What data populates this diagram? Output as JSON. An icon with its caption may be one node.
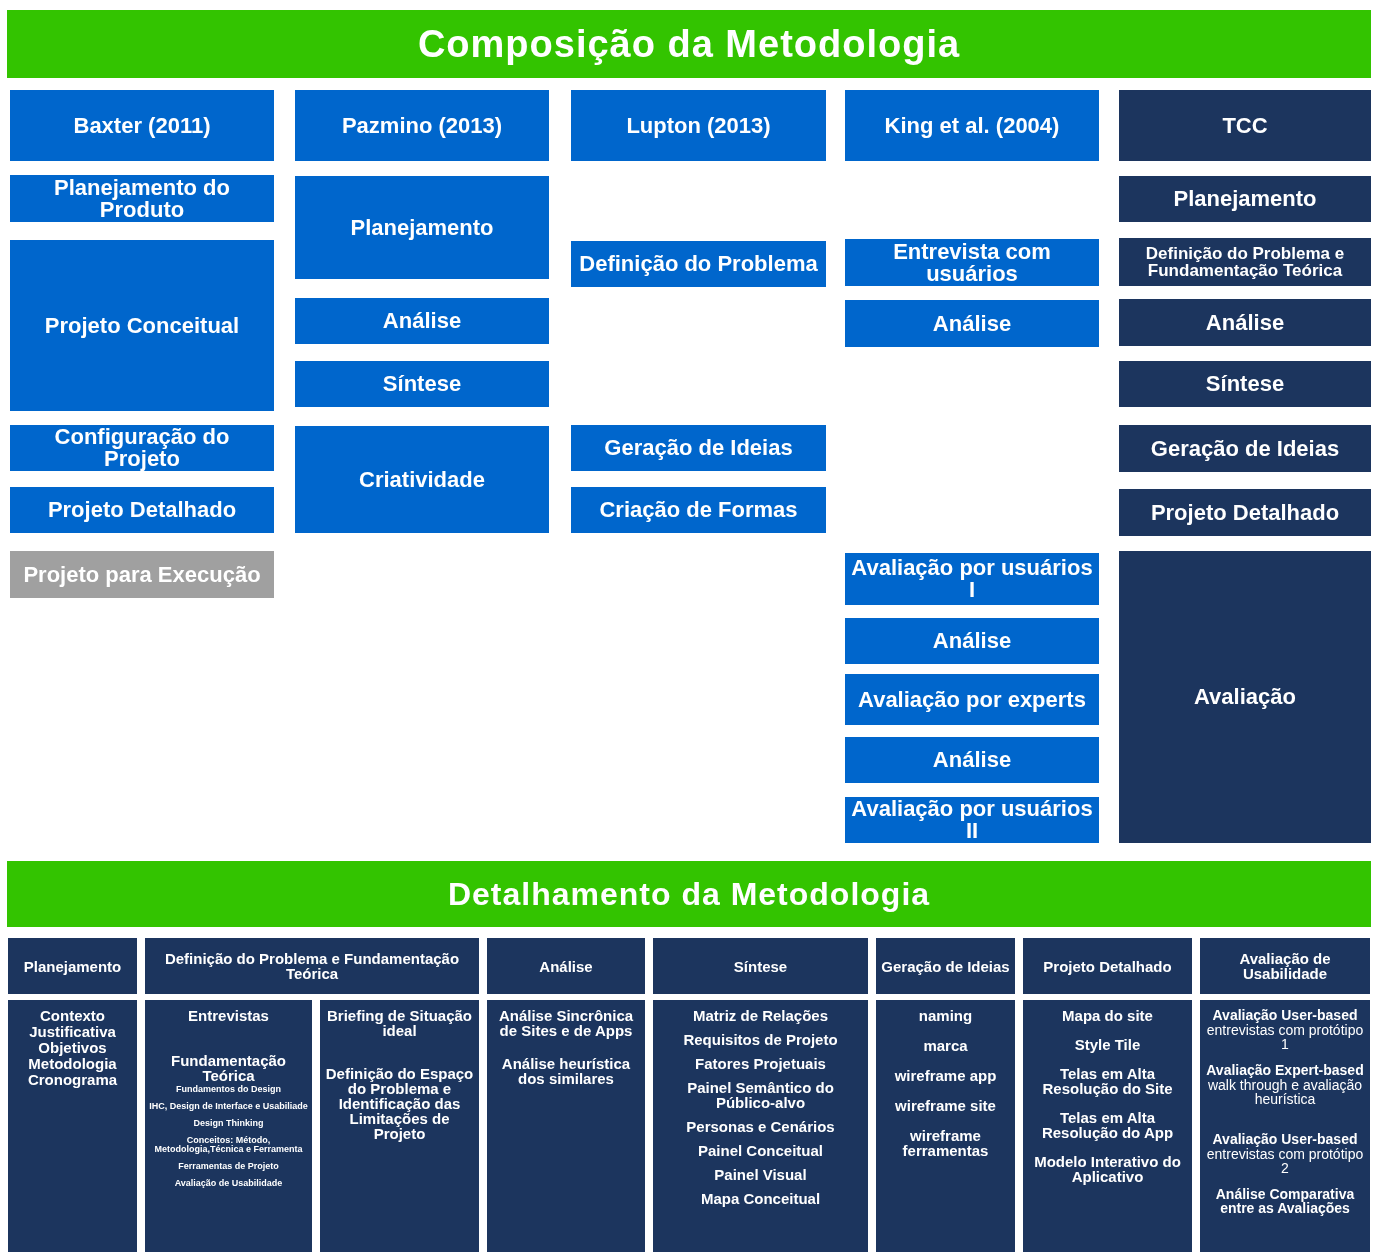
{
  "diagram": {
    "nodes": [
      {
        "text": [
          "Composição da Metodologia"
        ]
      },
      {
        "text": [
          "Baxter (2011)"
        ]
      },
      {
        "text": [
          "Pazmino (2013)"
        ]
      },
      {
        "text": [
          "Lupton (2013)"
        ]
      },
      {
        "text": [
          "King et al. (2004)"
        ]
      },
      {
        "text": [
          "TCC"
        ]
      },
      {
        "text": [
          "Planejamento do Produto"
        ]
      },
      {
        "text": [
          "Projeto Conceitual"
        ]
      },
      {
        "text": [
          "Configuração do Projeto"
        ]
      },
      {
        "text": [
          "Projeto Detalhado"
        ]
      },
      {
        "text": [
          "Projeto para Execução"
        ]
      },
      {
        "text": [
          "Planejamento"
        ]
      },
      {
        "text": [
          "Análise"
        ]
      },
      {
        "text": [
          "Síntese"
        ]
      },
      {
        "text": [
          "Criatividade"
        ]
      },
      {
        "text": [
          "Definição do Problema"
        ]
      },
      {
        "text": [
          "Geração de Ideias"
        ]
      },
      {
        "text": [
          "Criação de Formas"
        ]
      },
      {
        "text": [
          "Entrevista com usuários"
        ]
      },
      {
        "text": [
          "Análise"
        ]
      },
      {
        "text": [
          "Avaliação por usuários I"
        ]
      },
      {
        "text": [
          "Análise"
        ]
      },
      {
        "text": [
          "Avaliação por experts"
        ]
      },
      {
        "text": [
          "Análise"
        ]
      },
      {
        "text": [
          "Avaliação por usuários II"
        ]
      },
      {
        "text": [
          "Planejamento"
        ]
      },
      {
        "text": [
          "Definição do Problema e Fundamentação Teórica"
        ]
      },
      {
        "text": [
          "Análise"
        ]
      },
      {
        "text": [
          "Síntese"
        ]
      },
      {
        "text": [
          "Geração de Ideias"
        ]
      },
      {
        "text": [
          "Projeto Detalhado"
        ]
      },
      {
        "text": [
          "Avaliação"
        ]
      },
      {
        "text": [
          "Detalhamento da Metodologia"
        ]
      },
      {
        "text": [
          "Planejamento"
        ]
      },
      {
        "text": [
          "Definição do Problema e Fundamentação Teórica"
        ]
      },
      {
        "text": [
          "Análise"
        ]
      },
      {
        "text": [
          "Síntese"
        ]
      },
      {
        "text": [
          "Geração de Ideias"
        ]
      },
      {
        "text": [
          "Projeto Detalhado"
        ]
      },
      {
        "text": [
          "Avaliação de Usabilidade"
        ]
      },
      {
        "text": [
          "Contexto",
          "Justificativa",
          "Objetivos",
          "Metodologia",
          "Cronograma"
        ]
      },
      {
        "text": [
          "Entrevistas",
          "Fundamentação Teórica",
          "Fundamentos do Design",
          "IHC, Design de Interface e Usabiliade",
          "Design Thinking",
          "Conceitos: Método, Metodologia,Técnica e Ferramenta",
          "Ferramentas de Projeto",
          "Avaliação de Usabilidade"
        ]
      },
      {
        "text": [
          "Briefing de Situação ideal",
          "Definição do Espaço do Problema e Identificação das Limitações de Projeto"
        ]
      },
      {
        "text": [
          "Análise Sincrônica de Sites e de Apps",
          "Análise heurística dos similares"
        ]
      },
      {
        "text": [
          "Matriz de Relações",
          "Requisitos de Projeto",
          "Fatores Projetuais",
          "Painel Semântico do Público-alvo",
          "Personas e Cenários",
          "Painel Conceitual",
          "Painel Visual",
          "Mapa Conceitual"
        ]
      },
      {
        "text": [
          "naming",
          "marca",
          "wireframe app",
          "wireframe site",
          "wireframe ferramentas"
        ]
      },
      {
        "text": [
          "Mapa do site",
          "Style Tile",
          "Telas em Alta Resolução do Site",
          "Telas em Alta Resolução do App",
          "Modelo Interativo do Aplicativo"
        ]
      },
      {
        "text": [
          "Avaliação User-based",
          "entrevistas com protótipo 1",
          "Avaliação Expert-based",
          "walk through e avaliação heurística",
          "Avaliação User-based",
          "entrevistas com protótipo 2",
          "Análise Comparativa entre as Avaliações"
        ]
      }
    ]
  }
}
